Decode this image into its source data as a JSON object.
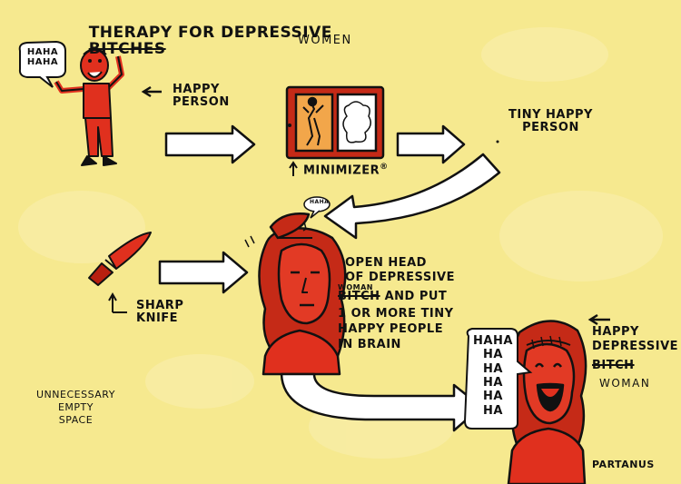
{
  "title": {
    "prefix": "THERAPY FOR DEPRESSIVE",
    "struck_word": "BITCHES",
    "correction": "WOMEN"
  },
  "bubbles": {
    "happy_person_laugh": "HAHA\nHAHA",
    "tiny_person_laugh": "HAHA",
    "happy_woman_laugh": "HAHA\nHA\nHA\nHA\nHA\nHA"
  },
  "labels": {
    "happy_person": "HAPPY\nPERSON",
    "minimizer": "MINIMIZER",
    "minimizer_mark": "®",
    "tiny_happy_person": "TINY HAPPY\nPERSON",
    "sharp_knife": "SHARP\nKNIFE",
    "instructions_line1": "OPEN HEAD\nOF DEPRESSIVE",
    "instructions_small_correction": "WOMAN",
    "instructions_struck": "BITCH",
    "instructions_line3": " AND PUT",
    "instructions_rest": "1 OR MORE TINY\nHAPPY PEOPLE\nIN BRAIN",
    "happy_depressive_line1": "HAPPY\nDEPRESSIVE",
    "happy_depressive_struck": "BITCH",
    "happy_depressive_correction": "WOMAN",
    "unnecessary_space": "UNNECESSARY\nEMPTY\nSPACE",
    "signature": "PARTANUS"
  },
  "colors": {
    "background": "#f6e98f",
    "figure_red": "#e0301e",
    "figure_dark": "#b81f10",
    "arrow_fill": "#ffffff",
    "ink": "#111111"
  }
}
